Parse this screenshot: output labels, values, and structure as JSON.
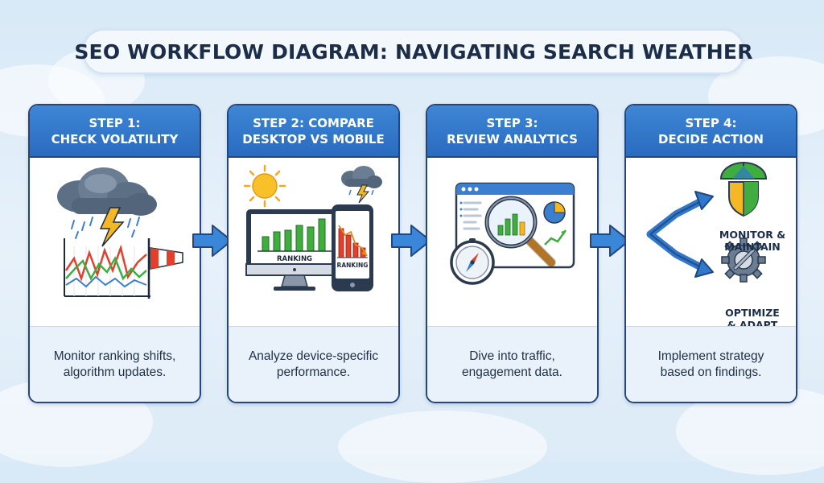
{
  "title": "SEO WORKFLOW DIAGRAM: NAVIGATING SEARCH WEATHER",
  "steps": [
    {
      "title_line1": "STEP 1:",
      "title_line2": "CHECK VOLATILITY",
      "desc_line1": "Monitor ranking shifts,",
      "desc_line2": "algorithm updates.",
      "icon": "storm-cloud-volatility-chart-icon"
    },
    {
      "title_line1": "STEP 2: COMPARE",
      "title_line2": "DESKTOP VS MOBILE",
      "desc_line1": "Analyze device-specific",
      "desc_line2": "performance.",
      "icon": "desktop-mobile-comparison-icon",
      "desktop_label": "RANKING",
      "mobile_label": "RANKING"
    },
    {
      "title_line1": "STEP 3:",
      "title_line2": "REVIEW ANALYTICS",
      "desc_line1": "Dive into traffic,",
      "desc_line2": "engagement data.",
      "icon": "analytics-magnifier-icon"
    },
    {
      "title_line1": "STEP 4:",
      "title_line2": "DECIDE ACTION",
      "desc_line1": "Implement strategy",
      "desc_line2": "based on findings.",
      "icon": "decision-fork-icon",
      "branches": [
        {
          "line1": "MONITOR &",
          "line2": "MAINTAIN",
          "icon": "umbrella-shield-icon"
        },
        {
          "line1": "OPTIMIZE",
          "line2": "& ADAPT",
          "icon": "gear-wrench-icon"
        }
      ]
    }
  ],
  "colors": {
    "header_blue": "#2f78cc",
    "border_navy": "#23467e",
    "arrow_blue": "#3a86d8",
    "bar_green": "#3fae3f",
    "bar_red": "#e0402c"
  }
}
